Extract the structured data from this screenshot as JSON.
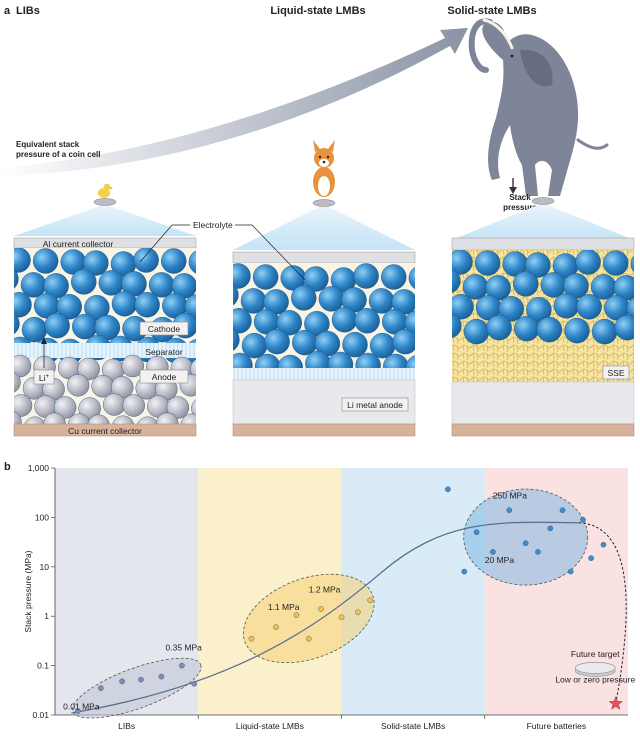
{
  "panel_a": {
    "letter": "a",
    "col_titles": [
      "LIBs",
      "Liquid-state LMBs",
      "Solid-state LMBs"
    ],
    "coin_cell_label_1": "Equivalent stack",
    "coin_cell_label_2": "pressure of a coin cell",
    "stack_pressure_1": "Stack",
    "stack_pressure_2": "pressure",
    "electrolyte": "Electrolyte",
    "al_collector": "Al current collector",
    "cu_collector": "Cu current collector",
    "cathode": "Cathode",
    "separator": "Separator",
    "anode": "Anode",
    "li_ion": "Li",
    "li_sup": "+",
    "li_metal_anode": "Li metal anode",
    "sse": "SSE"
  },
  "panel_b": {
    "letter": "b",
    "chart_data": {
      "type": "scatter",
      "ylabel": "Stack pressure (MPa)",
      "yscale": "log",
      "ylim": [
        0.01,
        1000
      ],
      "yticks": [
        0.01,
        0.1,
        1,
        10,
        100,
        1000
      ],
      "ytick_labels": [
        "0.01",
        "0.1",
        "1",
        "10",
        "100",
        "1,000"
      ],
      "categories": [
        "LIBs",
        "Liquid-state LMBs",
        "Solid-state LMBs",
        "Future batteries"
      ],
      "region_colors": [
        "#e4e6ee",
        "#fbf0cc",
        "#d8ebf7",
        "#fbe2e2"
      ],
      "groups": [
        {
          "label_high": "0.35 MPa",
          "label_low": "0.01 MPa",
          "color": "#7b8fb5",
          "x": [
            0.28,
            0.56,
            0.82,
            1.05,
            1.3,
            1.55,
            1.7
          ],
          "y": [
            0.012,
            0.035,
            0.048,
            0.052,
            0.06,
            0.1,
            0.043
          ]
        },
        {
          "label_high": "1.2 MPa",
          "label_low": "1.1 MPa",
          "color": "#f2c24b",
          "x": [
            2.4,
            2.7,
            2.95,
            3.1,
            3.25,
            3.5,
            3.7,
            3.85
          ],
          "y": [
            0.35,
            0.6,
            1.05,
            0.35,
            1.4,
            0.95,
            1.2,
            2.1
          ]
        },
        {
          "label_high": "250 MPa",
          "label_low": "20 MPa",
          "color": "#3b8fd0",
          "x": [
            4.8,
            5.0,
            5.15,
            5.35,
            5.55,
            5.75,
            5.9,
            6.05,
            6.2,
            6.3,
            6.45,
            6.55,
            6.7
          ],
          "y": [
            370,
            8,
            50,
            20,
            140,
            30,
            20,
            60,
            140,
            8,
            90,
            15,
            28
          ]
        }
      ],
      "future": {
        "label_1": "Future target",
        "label_2": "Low or zero pressure",
        "color": "#e05561"
      }
    }
  }
}
